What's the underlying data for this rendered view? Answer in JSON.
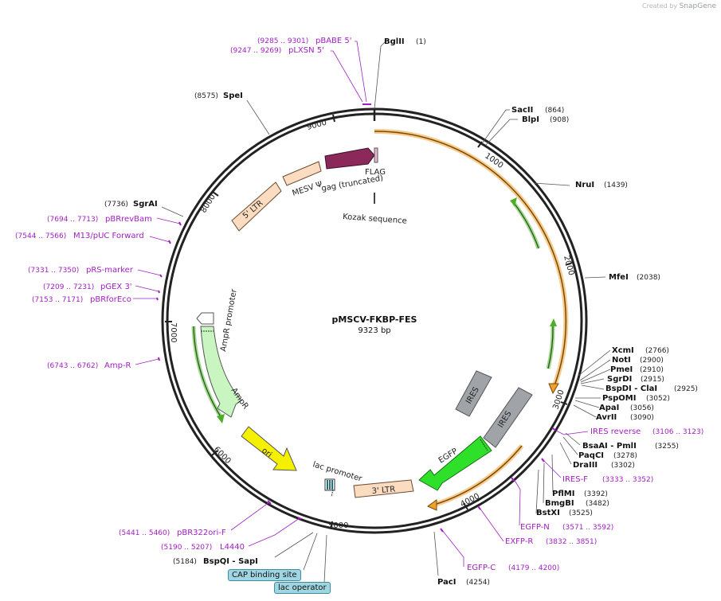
{
  "credit": {
    "prefix": "Created by",
    "brand": "SnapGene"
  },
  "plasmid": {
    "name": "pMSCV-FKBP-FES",
    "size": "9323 bp"
  },
  "ticks": [
    "1000",
    "2000",
    "3000",
    "4000",
    "5000",
    "6000",
    "7000",
    "8000",
    "9000"
  ],
  "enzymes": [
    {
      "name": "BglII",
      "pos": "(1)"
    },
    {
      "name": "SacII",
      "pos": "(864)"
    },
    {
      "name": "BlpI",
      "pos": "(908)"
    },
    {
      "name": "NruI",
      "pos": "(1439)"
    },
    {
      "name": "MfeI",
      "pos": "(2038)"
    },
    {
      "name": "XcmI",
      "pos": "(2766)"
    },
    {
      "name": "NotI",
      "pos": "(2900)"
    },
    {
      "name": "PmeI",
      "pos": "(2910)"
    },
    {
      "name": "SgrDI",
      "pos": "(2915)"
    },
    {
      "name": "BspDI - ClaI",
      "pos": "(2925)"
    },
    {
      "name": "PspOMI",
      "pos": "(3052)"
    },
    {
      "name": "ApaI",
      "pos": "(3056)"
    },
    {
      "name": "AvrII",
      "pos": "(3090)"
    },
    {
      "name": "BsaAI - PmlI",
      "pos": "(3255)"
    },
    {
      "name": "PaqCI",
      "pos": "(3278)"
    },
    {
      "name": "DraIII",
      "pos": "(3302)"
    },
    {
      "name": "PflMI",
      "pos": "(3392)"
    },
    {
      "name": "BmgBI",
      "pos": "(3482)"
    },
    {
      "name": "BstXI",
      "pos": "(3525)"
    },
    {
      "name": "PacI",
      "pos": "(4254)"
    },
    {
      "name": "BspQI - SapI",
      "pos": "(5184)"
    },
    {
      "name": "SgrAI",
      "pos": "(7736)"
    },
    {
      "name": "SpeI",
      "pos": "(8575)"
    }
  ],
  "primers": [
    {
      "name": "pBABE 5'",
      "pos": "(9285 .. 9301)"
    },
    {
      "name": "pLXSN 5'",
      "pos": "(9247 .. 9269)"
    },
    {
      "name": "IRES reverse",
      "pos": "(3106 .. 3123)"
    },
    {
      "name": "IRES-F",
      "pos": "(3333 .. 3352)"
    },
    {
      "name": "EGFP-N",
      "pos": "(3571 .. 3592)"
    },
    {
      "name": "EXFP-R",
      "pos": "(3832 .. 3851)"
    },
    {
      "name": "EGFP-C",
      "pos": "(4179 .. 4200)"
    },
    {
      "name": "pBR322ori-F",
      "pos": "(5441 .. 5460)"
    },
    {
      "name": "L4440",
      "pos": "(5190 .. 5207)"
    },
    {
      "name": "pBRrevBam",
      "pos": "(7694 .. 7713)"
    },
    {
      "name": "M13/pUC Forward",
      "pos": "(7544 .. 7566)"
    },
    {
      "name": "pRS-marker",
      "pos": "(7331 .. 7350)"
    },
    {
      "name": "pGEX 3'",
      "pos": "(7209 .. 7231)"
    },
    {
      "name": "pBRforEco",
      "pos": "(7153 .. 7171)"
    },
    {
      "name": "Amp-R",
      "pos": "(6743 .. 6762)"
    }
  ],
  "features": {
    "flag": "FLAG",
    "gag": "gag (truncated)",
    "kozak": "Kozak sequence",
    "mesv": "MESV Ψ",
    "ltr5": "5' LTR",
    "ltr3": "3' LTR",
    "ires": "IRES",
    "egfp": "EGFP",
    "ori": "ori",
    "ampr": "AmpR",
    "ampr_promoter": "AmpR promoter",
    "lac_promoter": "lac promoter",
    "cap_site": "CAP binding site",
    "lac_operator": "lac operator"
  },
  "colors": {
    "backbone": "#222222",
    "primer": "#a020c0",
    "orange_orf": "#f0a030",
    "green_orf": "#4caf28",
    "gag": "#8b2a5a",
    "ltr": "#fbdcc0",
    "ires": "#a0a4a8",
    "egfp": "#2ee02a",
    "ori": "#f5f000",
    "ampr": "#c9f5c0",
    "lac_box": "#9fd6e2"
  }
}
